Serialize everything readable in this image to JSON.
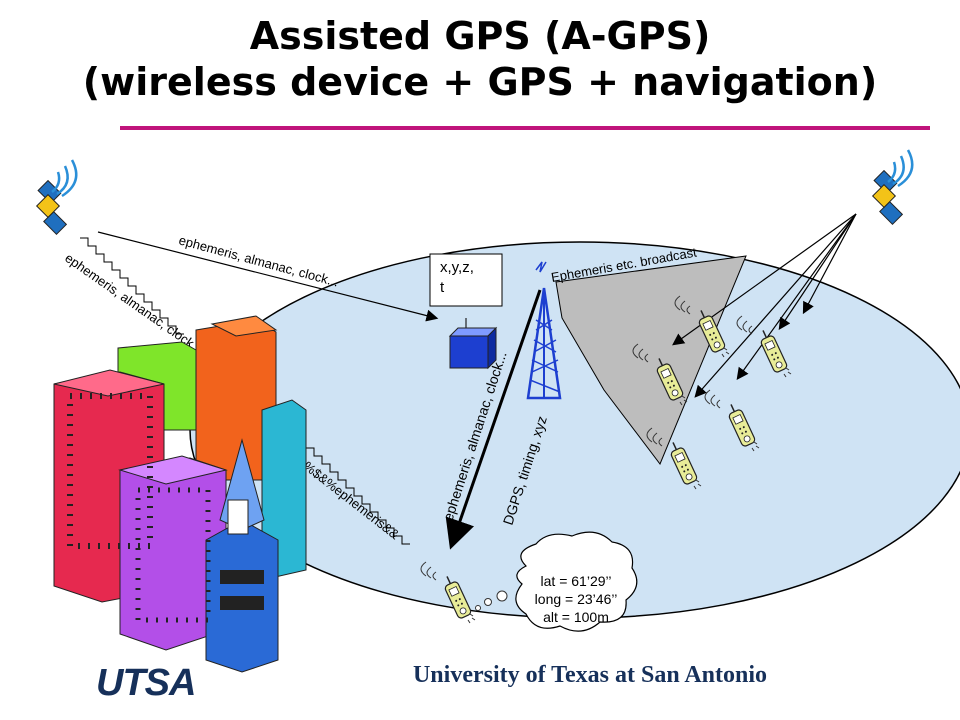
{
  "title": {
    "line1": "Assisted GPS (A-GPS)",
    "line2": "(wireless device + GPS + navigation)"
  },
  "labels": {
    "sat_to_box": "ephemeris, almanac, clock...",
    "sat_down_wave": "ephemeris, almanac, clock",
    "garbled_wave": "#&%$&%ephemeris&&",
    "box_line1": "x,y,z,",
    "box_line2": "t",
    "broadcast": "Ephemeris etc. broadcast",
    "tower_down1": "ephemeris, almanac, clock...",
    "tower_down2": "DGPS, timing, xyz"
  },
  "location_bubble": {
    "lat": "lat = 61’29’’",
    "long": "long = 23’46’’",
    "alt": "alt = 100m"
  },
  "footer": {
    "university": "University of Texas at San Antonio",
    "logo": "UTSA"
  },
  "colors": {
    "accent_rule": "#c0147b",
    "ellipse_fill": "#cfe3f4",
    "cone_fill": "#bfbfbf",
    "university_blue": "#16305a"
  },
  "icons": [
    "satellite-left-icon",
    "satellite-right-icon",
    "cell-tower-icon",
    "server-box-icon",
    "cellphone-icon",
    "city-buildings-icon"
  ]
}
